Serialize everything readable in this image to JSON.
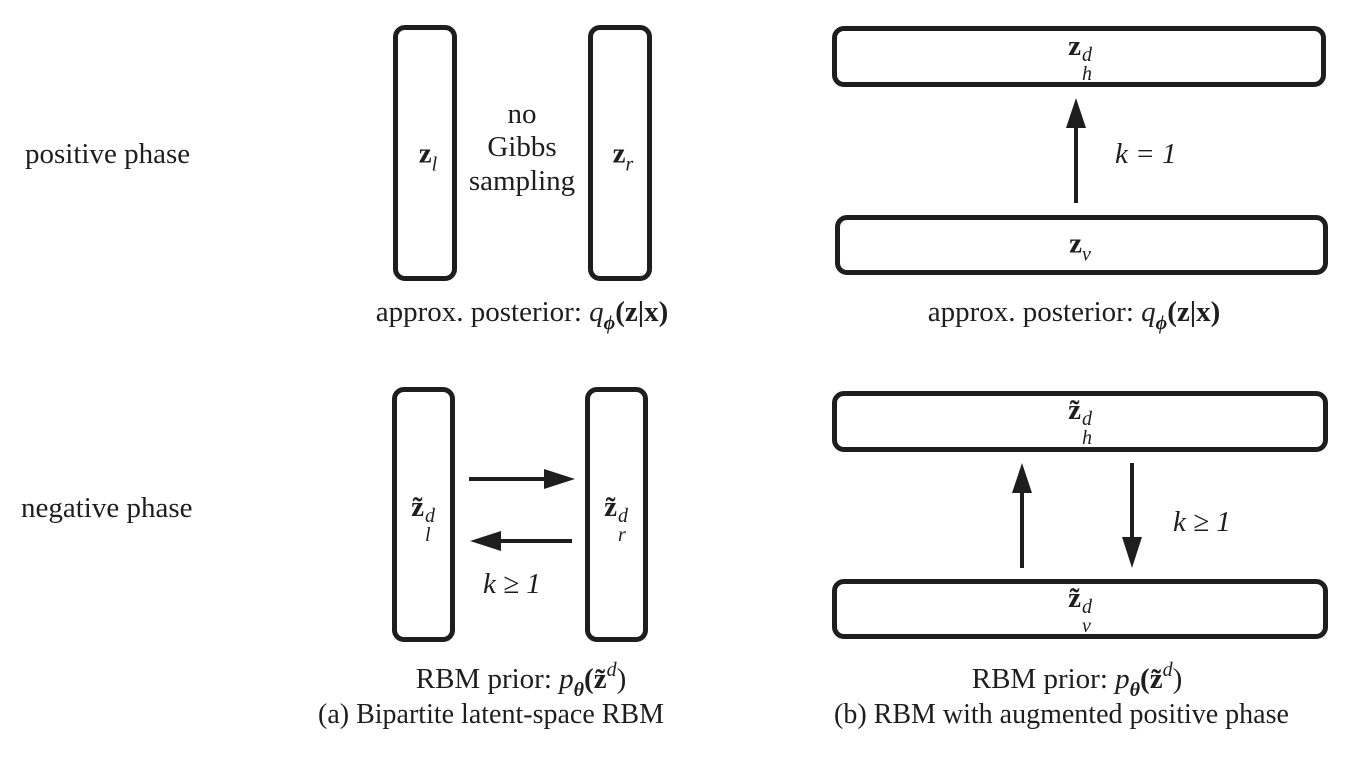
{
  "row_labels": {
    "positive": "positive phase",
    "negative": "negative phase"
  },
  "panel_a": {
    "caption": "(a) Bipartite latent-space RBM",
    "positive": {
      "left_node": {
        "base": "z",
        "sub": "l",
        "sup": ""
      },
      "right_node": {
        "base": "z",
        "sub": "r",
        "sup": ""
      },
      "middle_text": [
        "no",
        "Gibbs",
        "sampling"
      ],
      "distribution_prefix": "approx. posterior: ",
      "distribution_math": {
        "fn": "q",
        "fn_sub": "ϕ",
        "arg": "(z|x)"
      }
    },
    "negative": {
      "left_node": {
        "base": "z̃",
        "sub": "l",
        "sup": "d"
      },
      "right_node": {
        "base": "z̃",
        "sub": "r",
        "sup": "d"
      },
      "arrow_label": "k ≥ 1",
      "distribution_prefix": "RBM prior: ",
      "distribution_math": {
        "fn": "p",
        "fn_sub": "θ",
        "arg": "(z̃",
        "arg_sup": "d",
        "close": ")"
      }
    }
  },
  "panel_b": {
    "caption": "(b) RBM with augmented positive phase",
    "positive": {
      "top_node": {
        "base": "z",
        "sub": "h",
        "sup": "d"
      },
      "bottom_node": {
        "base": "z",
        "sub": "v",
        "sup": ""
      },
      "arrow_label": "k = 1",
      "distribution_prefix": "approx. posterior: ",
      "distribution_math": {
        "fn": "q",
        "fn_sub": "ϕ",
        "arg": "(z|x)"
      }
    },
    "negative": {
      "top_node": {
        "base": "z̃",
        "sub": "h",
        "sup": "d"
      },
      "bottom_node": {
        "base": "z̃",
        "sub": "v",
        "sup": "d"
      },
      "arrow_label": "k ≥ 1",
      "distribution_prefix": "RBM prior: ",
      "distribution_math": {
        "fn": "p",
        "fn_sub": "θ",
        "arg": "(z̃",
        "arg_sup": "d",
        "close": ")"
      }
    }
  },
  "colors": {
    "stroke": "#1e1e1e",
    "background": "#ffffff"
  }
}
